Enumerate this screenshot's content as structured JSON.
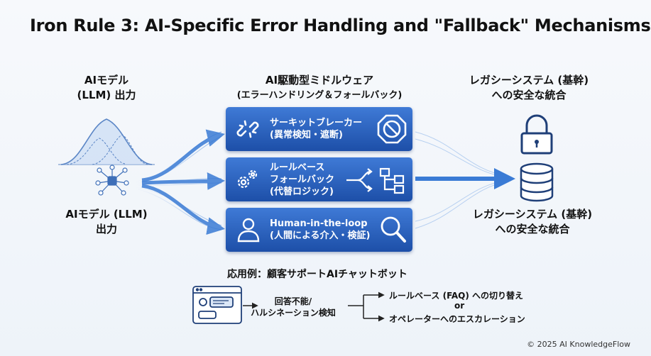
{
  "title": "Iron Rule 3: AI-Specific Error Handling and \"Fallback\" Mechanisms",
  "left": {
    "heading": [
      "AIモデル",
      "(LLM) 出力"
    ],
    "footer": [
      "AIモデル (LLM)",
      "出力"
    ]
  },
  "middle": {
    "heading": "AI駆動型ミドルウェア",
    "subheading": "(エラーハンドリング＆フォールバック)",
    "boxes": [
      {
        "lines": [
          "サーキットブレーカー",
          "(異常検知・遮断)"
        ],
        "icon": "broken-link-icon",
        "right_icon": "stop-sign-icon"
      },
      {
        "lines": [
          "ルールベース",
          "フォールバック",
          "(代替ロジック)"
        ],
        "icon": "gears-icon",
        "right_icon": "flowchart-icon"
      },
      {
        "lines": [
          "Human-in-the-loop",
          "(人間による介入・検証)"
        ],
        "icon": "person-icon",
        "right_icon": "magnifier-icon"
      }
    ]
  },
  "right": {
    "heading": [
      "レガシーシステム (基幹)",
      "への安全な統合"
    ],
    "footer": [
      "レガシーシステム (基幹)",
      "への安全な統合"
    ],
    "icons": [
      "lock-icon",
      "database-icon"
    ]
  },
  "example": {
    "title": "応用例：顧客サポートAIチャットボット",
    "detect": [
      "回答不能/",
      "ハルシネーション検知"
    ],
    "option1": "ルールベース (FAQ) への切り替え",
    "or": "or",
    "option2": "オペレーターへのエスカレーション"
  },
  "footer": "© 2025 AI KnowledgeFlow",
  "colors": {
    "box_top": "#3f7ad6",
    "box_bottom": "#1d4fa8",
    "arrow": "#3a7bd5"
  }
}
